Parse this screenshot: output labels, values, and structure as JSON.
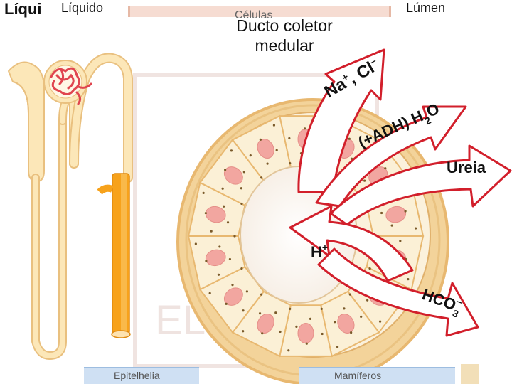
{
  "header": {
    "left_bold": "Líqui",
    "left_regular": "Líquido",
    "center_partial": "Células",
    "right": "Lúmen"
  },
  "title": {
    "line1": "Ducto coletor",
    "line2": "medular"
  },
  "arrows": {
    "na_cl": {
      "base": "Na",
      "sup1": "+",
      "sep": ", Cl",
      "sup2": "–"
    },
    "h2o": {
      "prefix": "(+ADH) H",
      "sub": "2",
      "suffix": "O"
    },
    "ureia": "Ureia",
    "h_plus": {
      "base": "H",
      "sup": "+"
    },
    "hco3": {
      "base": "HCO",
      "sub": "3",
      "sup": "–"
    }
  },
  "footer": {
    "left_partial": "Epitelhelia",
    "right_partial": "Mamíferos"
  },
  "watermark": "ELSEVIER",
  "colors": {
    "arrow_red": "#d21f2b",
    "arrow_fill": "#ffffff",
    "tissue": "#f3d39a",
    "tissue_dark": "#e8b870",
    "nucleus": "#f2a6a0",
    "collecting_duct": "#f7a21b",
    "glomerulus": "#e0454f"
  }
}
